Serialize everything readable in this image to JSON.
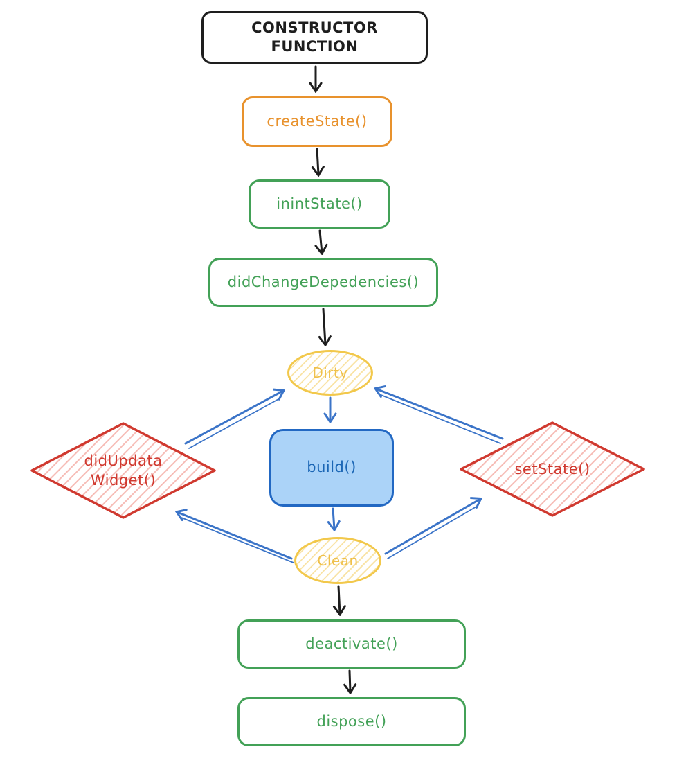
{
  "diagram": {
    "description": "Flutter State widget lifecycle flowchart (hand-drawn style)",
    "nodes": {
      "constructor": {
        "label_line1": "CONSTRUCTOR",
        "label_line2": "FUNCTION",
        "shape": "rounded-rect",
        "stroke": "#1e1e1e"
      },
      "create_state": {
        "label": "createState()",
        "shape": "rounded-rect",
        "stroke": "#e8922d"
      },
      "init_state": {
        "label": "inintState()",
        "shape": "rounded-rect",
        "stroke": "#43a157"
      },
      "did_change_dependencies": {
        "label": "didChangeDepedencies()",
        "shape": "rounded-rect",
        "stroke": "#43a157"
      },
      "dirty": {
        "label": "Dirty",
        "shape": "ellipse",
        "stroke": "#f2c84b",
        "fill": "yellow-hatch"
      },
      "build": {
        "label": "build()",
        "shape": "rounded-rect",
        "stroke": "#2268c3",
        "fill": "#abd3f8"
      },
      "did_update_widget": {
        "label_line1": "didUpdata",
        "label_line2": "Widget()",
        "shape": "diamond",
        "stroke": "#d0392f",
        "fill": "red-hatch"
      },
      "set_state": {
        "label": "setState()",
        "shape": "diamond",
        "stroke": "#d0392f",
        "fill": "red-hatch"
      },
      "clean": {
        "label": "Clean",
        "shape": "ellipse",
        "stroke": "#f2c84b",
        "fill": "yellow-hatch"
      },
      "deactivate": {
        "label": "deactivate()",
        "shape": "rounded-rect",
        "stroke": "#43a157"
      },
      "dispose": {
        "label": "dispose()",
        "shape": "rounded-rect",
        "stroke": "#43a157"
      }
    },
    "edges": [
      {
        "from": "constructor",
        "to": "create_state",
        "color": "#1e1e1e"
      },
      {
        "from": "create_state",
        "to": "init_state",
        "color": "#1e1e1e"
      },
      {
        "from": "init_state",
        "to": "did_change_dependencies",
        "color": "#1e1e1e"
      },
      {
        "from": "did_change_dependencies",
        "to": "dirty",
        "color": "#1e1e1e"
      },
      {
        "from": "dirty",
        "to": "build",
        "color": "#3b74c8"
      },
      {
        "from": "build",
        "to": "clean",
        "color": "#3b74c8"
      },
      {
        "from": "did_update_widget",
        "to": "dirty",
        "color": "#3b74c8"
      },
      {
        "from": "set_state",
        "to": "dirty",
        "color": "#3b74c8"
      },
      {
        "from": "clean",
        "to": "did_update_widget",
        "color": "#3b74c8"
      },
      {
        "from": "clean",
        "to": "set_state",
        "color": "#3b74c8"
      },
      {
        "from": "clean",
        "to": "deactivate",
        "color": "#1e1e1e"
      },
      {
        "from": "deactivate",
        "to": "dispose",
        "color": "#1e1e1e"
      }
    ],
    "colors": {
      "black": "#1e1e1e",
      "orange": "#e8922d",
      "green": "#43a157",
      "yellow": "#f2c84b",
      "blue_stroke": "#2268c3",
      "blue_fill": "#abd3f8",
      "blue_arrow": "#3b74c8",
      "red": "#d0392f",
      "background": "#ffffff"
    }
  }
}
